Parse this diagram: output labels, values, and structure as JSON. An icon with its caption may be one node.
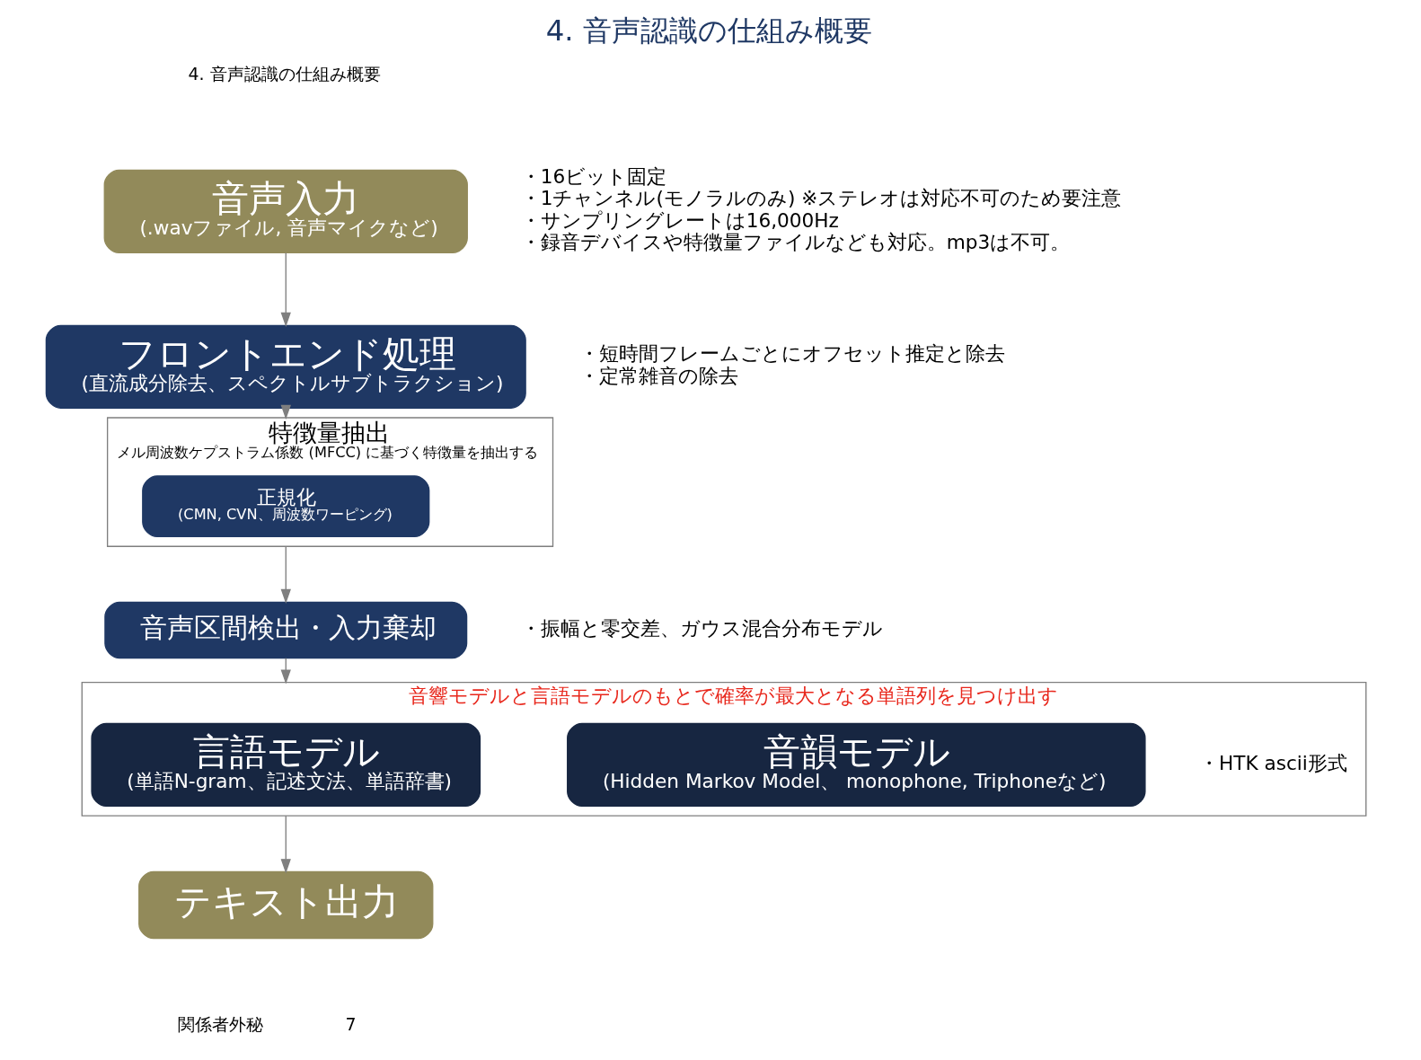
{
  "diagram": {
    "title": "4. 音声認識の仕組み概要",
    "nodes": [
      {
        "text": [
          "音声入力",
          "(.wavファイル, 音声マイクなど)"
        ],
        "beside": [
          "・16ビット固定",
          "・1チャンネル(モノラルのみ) ※ステレオは対応不可のため要注意",
          "・サンプリングレートは16,000Hz",
          "・録音デバイスや特徴量ファイルなども対応。mp3は不可。"
        ]
      },
      {
        "text": [
          "フロントエンド処理",
          "(直流成分除去、スペクトルサブトラクション)"
        ],
        "beside": [
          "・短時間フレームごとにオフセット推定と除去",
          "・定常雑音の除去"
        ]
      },
      {
        "text": [
          "特徴量抽出",
          "メル周波数ケプストラム係数 (MFCC) に基づく特徴量を抽出する"
        ]
      },
      {
        "text": [
          "正規化",
          "(CMN, CVN、周波数ワーピング)"
        ],
        "in": 2
      },
      {
        "text": [
          "音声区間検出・入力棄却"
        ],
        "beside": [
          "・振幅と零交差、ガウス混合分布モデル"
        ]
      },
      {
        "text": [
          "音響モデルと言語モデルのもとで確率が最大となる単語列を見つけ出す"
        ]
      },
      {
        "text": [
          "言語モデル",
          "(単語N-gram、記述文法、単語辞書)"
        ],
        "in": 5
      },
      {
        "text": [
          "音韻モデル",
          "(Hidden Markov Model、 monophone, Triphoneなど)"
        ],
        "in": 5,
        "beside": [
          "・HTK ascii形式"
        ]
      },
      {
        "text": [
          "テキスト出力"
        ]
      }
    ],
    "edges": [
      {
        "from": 0,
        "to": 1,
        "arrow": "to"
      },
      {
        "from": 1,
        "to": 2,
        "arrow": "to"
      },
      {
        "from": 2,
        "to": 4,
        "arrow": "to"
      },
      {
        "from": 4,
        "to": 5,
        "arrow": "to"
      },
      {
        "from": 5,
        "to": 8,
        "arrow": "to"
      }
    ],
    "labels": [
      "4. 音声認識の仕組み概要",
      "関係者外秘",
      "7"
    ]
  }
}
